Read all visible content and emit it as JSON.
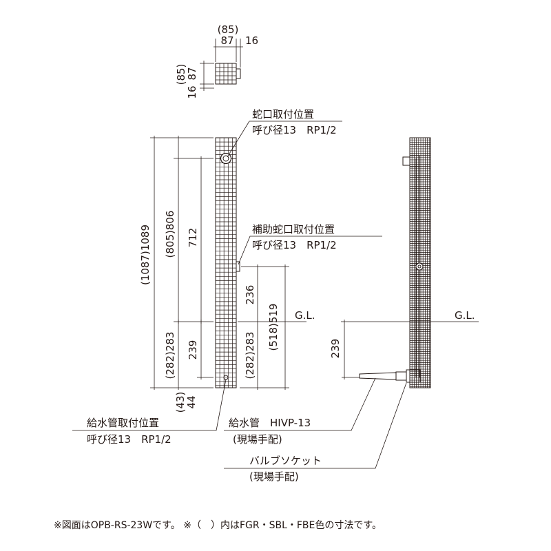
{
  "colors": {
    "line": "#231815",
    "background": "#ffffff"
  },
  "top_view": {
    "width_paren": "(85)",
    "width": "87",
    "offset_right": "16",
    "depth_paren": "(85)",
    "depth": "87",
    "offset_bottom": "16"
  },
  "front_view": {
    "total_height": "(1087)1089",
    "faucet_height": "(805)806",
    "span_712": "712",
    "below_gl": "(282)283",
    "pipe_height": "239",
    "bottom_offset_paren": "(43)",
    "bottom_offset": "44",
    "aux_above_gl": "236",
    "aux_total": "(518)519",
    "aux_below_gl": "(282)283"
  },
  "side_view": {
    "pipe_height": "239"
  },
  "labels": {
    "gl_front": "G.L.",
    "gl_side": "G.L.",
    "faucet_title": "蛇口取付位置",
    "faucet_spec": "呼び径13　RP1/2",
    "aux_title": "補助蛇口取付位置",
    "aux_spec": "呼び径13　RP1/2",
    "supply_title": "給水管取付位置",
    "supply_spec": "呼び径13　RP1/2",
    "pipe_title": "給水管　HIVP-13",
    "pipe_note": "(現場手配)",
    "socket_title": "バルブソケット",
    "socket_note": "(現場手配)"
  },
  "footnote": "※図面はOPB-RS-23Wです。 ※（　）内はFGR・SBL・FBE色の寸法です。"
}
